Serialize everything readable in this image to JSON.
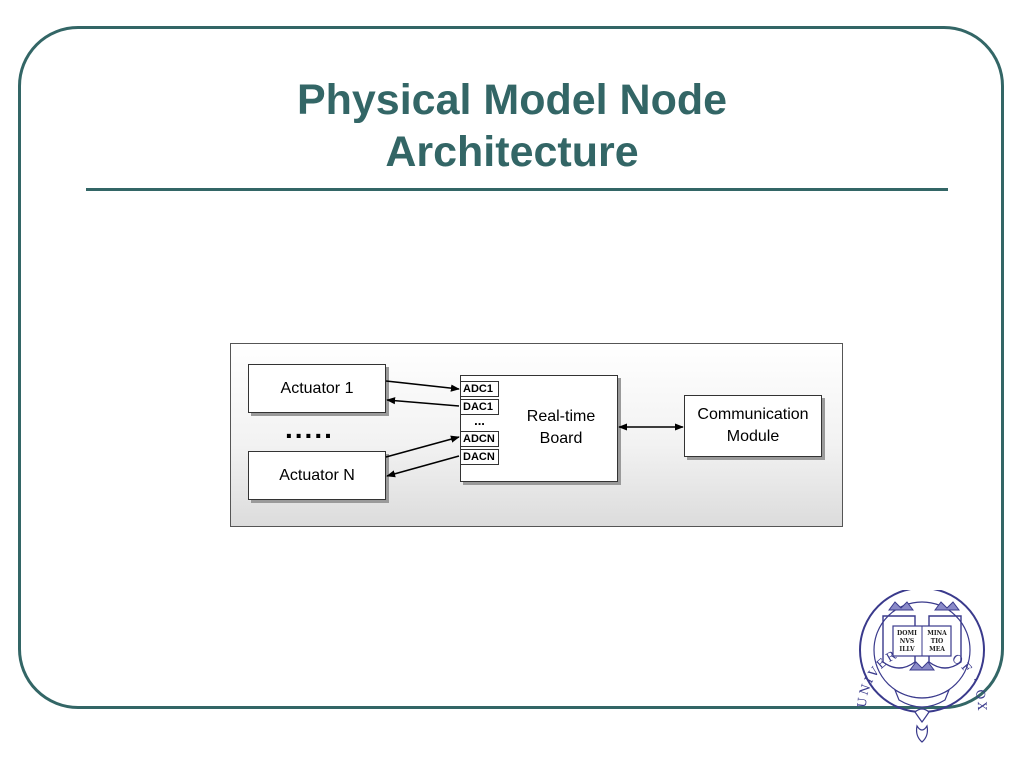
{
  "slide": {
    "title_line1": "Physical Model Node",
    "title_line2": "Architecture",
    "colors": {
      "accent": "#336666",
      "panel_border": "#555555",
      "seal": "#3a3a8c"
    }
  },
  "diagram": {
    "actuator_1": "Actuator 1",
    "actuator_n": "Actuator N",
    "between_dots": ".....",
    "ports": [
      "ADC1",
      "DAC1",
      "...",
      "ADCN",
      "DACN"
    ],
    "realtime_board": "Real-time\nBoard",
    "communication_module": "Communication\nModule"
  },
  "logo": {
    "name": "university-of-oxford-seal",
    "ring_text": "UNIVERSITY · OF · OXFORD",
    "book_text": [
      "DOMI",
      "NVS",
      "ILLV",
      "MINA",
      "TIO",
      "MEA"
    ]
  }
}
